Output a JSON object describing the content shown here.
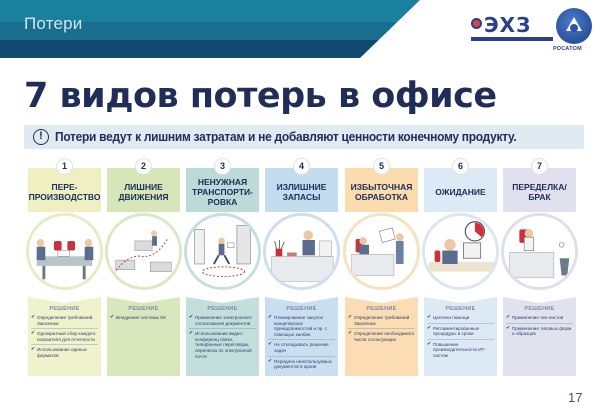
{
  "header": {
    "section_title": "Потери",
    "logos": [
      {
        "name": "ЭХЗ",
        "icon": "exz-logo"
      },
      {
        "name": "РОСАТОМ",
        "icon": "rosatom-logo"
      }
    ]
  },
  "title": "7 видов потерь в офисе",
  "notice": {
    "icon": "exclamation-circle-icon",
    "text": "Потери ведут к лишним затратам и не добавляют ценности конечному продукту."
  },
  "solution_label": "РЕШЕНИЕ",
  "losses": [
    {
      "number": "1",
      "title": "ПЕРЕ-\nПРОИЗВОДСТВО",
      "head_color": "#eef0c2",
      "ring_color": "#e6ecc6",
      "sol_color": "#f0f2cc",
      "illustration": "meeting-table-illustration",
      "solutions": [
        "Определение требований Заказчика",
        "Однократный сбор каждого показателя для отчетности",
        "Использование единых форматов"
      ]
    },
    {
      "number": "2",
      "title": "ЛИШНИЕ\nДВИЖЕНИЯ",
      "head_color": "#d6e6b8",
      "ring_color": "#dce8c4",
      "sol_color": "#d9e8bc",
      "illustration": "walking-between-desks-illustration",
      "solutions": [
        "Внедрение системы 5S"
      ]
    },
    {
      "number": "3",
      "title": "НЕНУЖНАЯ\nТРАНСПОРТИ-\nРОВКА",
      "head_color": "#bcdad8",
      "ring_color": "#c6dfdc",
      "sol_color": "#c3dedb",
      "illustration": "running-with-documents-illustration",
      "solutions": [
        "Применение электронного согласования документов",
        "Использование видео-конференц связи, телефонные переговоры, переписка по электронной почте"
      ]
    },
    {
      "number": "4",
      "title": "ИЗЛИШНИЕ\nЗАПАСЫ",
      "head_color": "#c3dcee",
      "ring_color": "#cbdff0",
      "sol_color": "#c9dff0",
      "illustration": "desk-with-stacks-illustration",
      "solutions": [
        "Планирование закупок канцелярских принадлежностей и пр. с помощью канбан",
        "Не откладывать решение задач",
        "Передача неиспользуемых документов в архив"
      ]
    },
    {
      "number": "5",
      "title": "ИЗБЫТОЧНАЯ\nОБРАБОТКА",
      "head_color": "#fbdcae",
      "ring_color": "#f6e2c0",
      "sol_color": "#fbdcb3",
      "illustration": "handing-document-illustration",
      "solutions": [
        "Определение требований Заказчика",
        "Определение необходимого числа согласующих"
      ]
    },
    {
      "number": "6",
      "title": "ОЖИДАНИЕ",
      "head_color": "#dceaf5",
      "ring_color": "#dbe6ef",
      "sol_color": "#dde9f5",
      "illustration": "waiting-at-computer-illustration",
      "solutions": [
        "Цепочка помощи",
        "Регламентированные процедуры и сроки",
        "Повышение производительности ИТ-систем"
      ]
    },
    {
      "number": "7",
      "title": "ПЕРЕДЕЛКА/\nБРАК",
      "head_color": "#dfe1ee",
      "ring_color": "#dde0ea",
      "sol_color": "#e0e2ee",
      "illustration": "throwing-paper-in-bin-illustration",
      "solutions": [
        "Применение чек-листов",
        "Применение типовых форм и образцов"
      ]
    }
  ],
  "page_number": "17"
}
